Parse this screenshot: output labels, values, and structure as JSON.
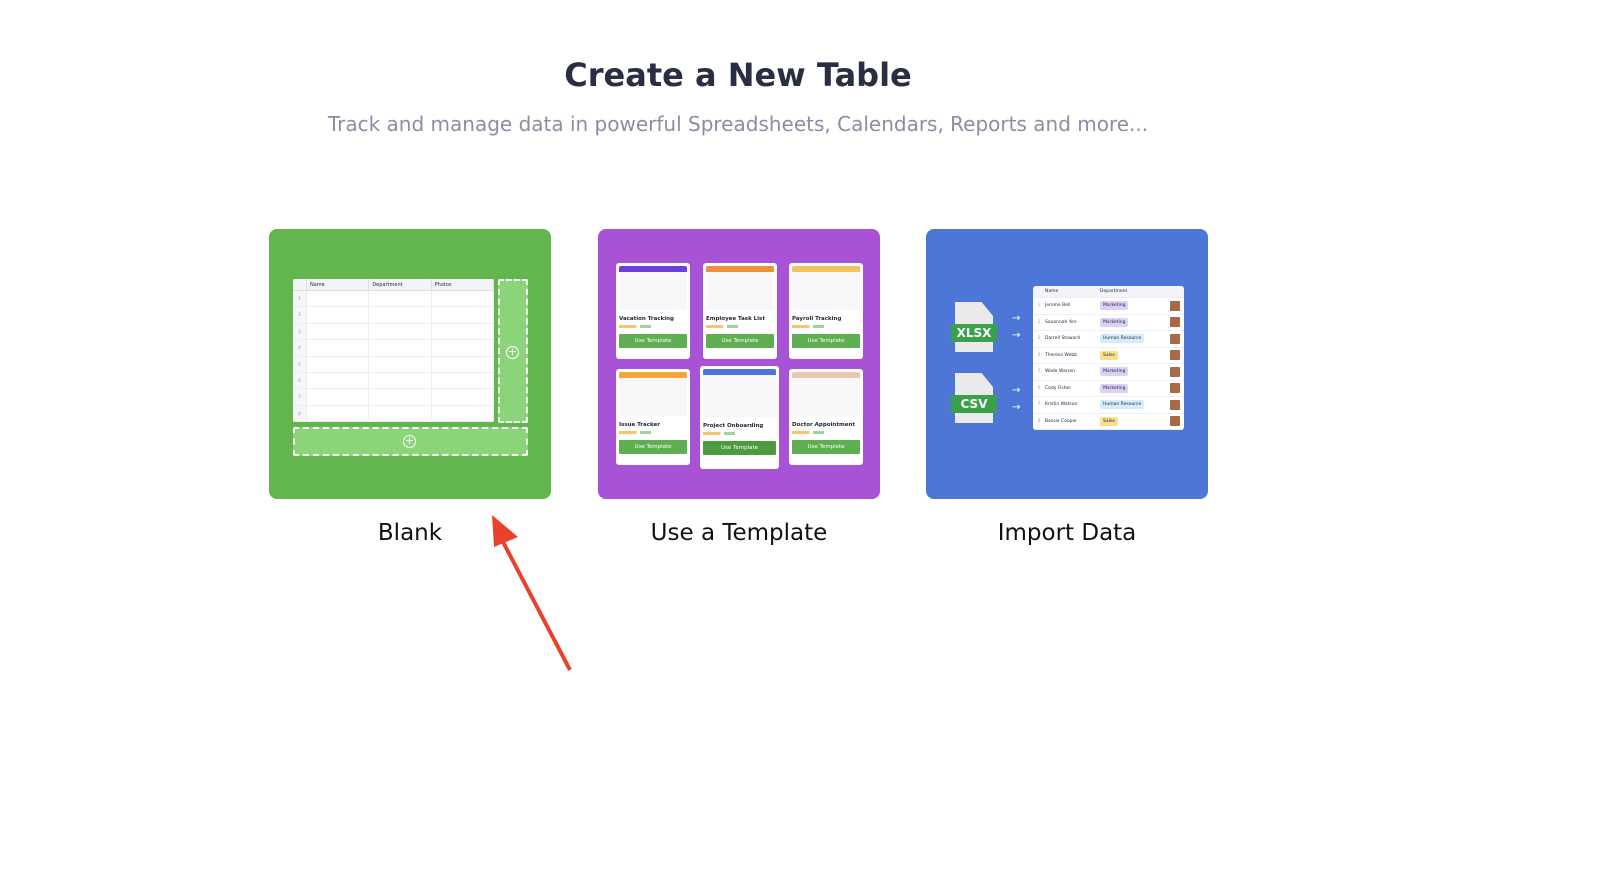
{
  "header": {
    "title": "Create a New Table",
    "subtitle": "Track and manage data in powerful Spreadsheets, Calendars, Reports and more..."
  },
  "options": [
    {
      "label": "Blank"
    },
    {
      "label": "Use a Template"
    },
    {
      "label": "Import Data"
    }
  ],
  "blank_preview": {
    "columns": [
      "Name",
      "Department",
      "Photos"
    ],
    "rows": [
      "1",
      "2",
      "3",
      "4",
      "5",
      "6",
      "7",
      "8"
    ]
  },
  "templates": [
    {
      "name": "Vacation Tracking",
      "button": "Use Template",
      "color": "#6d3de0"
    },
    {
      "name": "Employee Task List",
      "button": "Use Template",
      "color": "#ef8f3a"
    },
    {
      "name": "Payroll Tracking",
      "button": "Use Template",
      "color": "#f4c35f"
    },
    {
      "name": "Issue Tracker",
      "button": "Use Template",
      "color": "#f0a63a"
    },
    {
      "name": "Project Onboarding",
      "button": "Use Template",
      "color": "#4e76d6"
    },
    {
      "name": "Doctor Appointment",
      "button": "Use Template",
      "color": "#e6c9b0"
    }
  ],
  "import": {
    "formats": [
      "XLSX",
      "CSV"
    ],
    "columns": [
      "Name",
      "Department"
    ],
    "rows": [
      [
        "1",
        "Jerome Bell",
        "Marketing"
      ],
      [
        "2",
        "Savannah Yen",
        "Marketing"
      ],
      [
        "3",
        "Darrell Steward",
        "Human Resource"
      ],
      [
        "4",
        "Theresa Webb",
        "Sales"
      ],
      [
        "5",
        "Wade Warren",
        "Marketing"
      ],
      [
        "6",
        "Cody Fisher",
        "Marketing"
      ],
      [
        "7",
        "Kristin Watson",
        "Human Resource"
      ],
      [
        "8",
        "Bessie Cooper",
        "Sales"
      ]
    ]
  }
}
